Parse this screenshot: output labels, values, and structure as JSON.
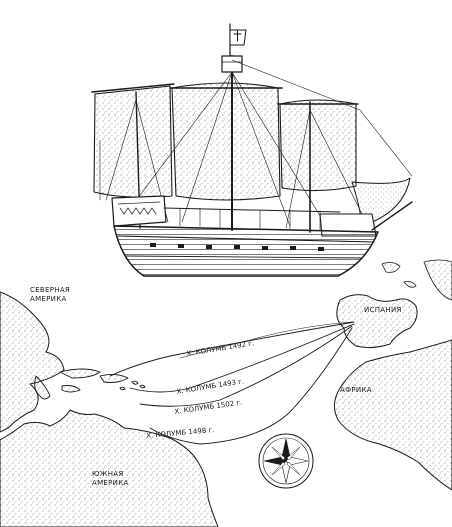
{
  "map": {
    "regions": {
      "north_america": [
        "СЕВЕРНАЯ",
        "АМЕРИКА"
      ],
      "south_america": [
        "ЮЖНАЯ",
        "АМЕРИКА"
      ],
      "spain": "ИСПАНИЯ",
      "africa": "АФРИКА"
    },
    "routes": [
      {
        "label": "Х. КОЛУМБ 1492 г."
      },
      {
        "label": "Х. КОЛУМБ 1493 г."
      },
      {
        "label": "Х. КОЛУМБ 1502 г."
      },
      {
        "label": "Х. КОЛУМБ 1498 г."
      }
    ],
    "compass": {
      "icon": "compass-rose-icon"
    }
  },
  "illustration": {
    "ship": "caravel-ship-illustration",
    "flag_icon": "cross-flag-icon"
  },
  "colors": {
    "ink": "#1a1a1a",
    "paper": "#ffffff"
  }
}
